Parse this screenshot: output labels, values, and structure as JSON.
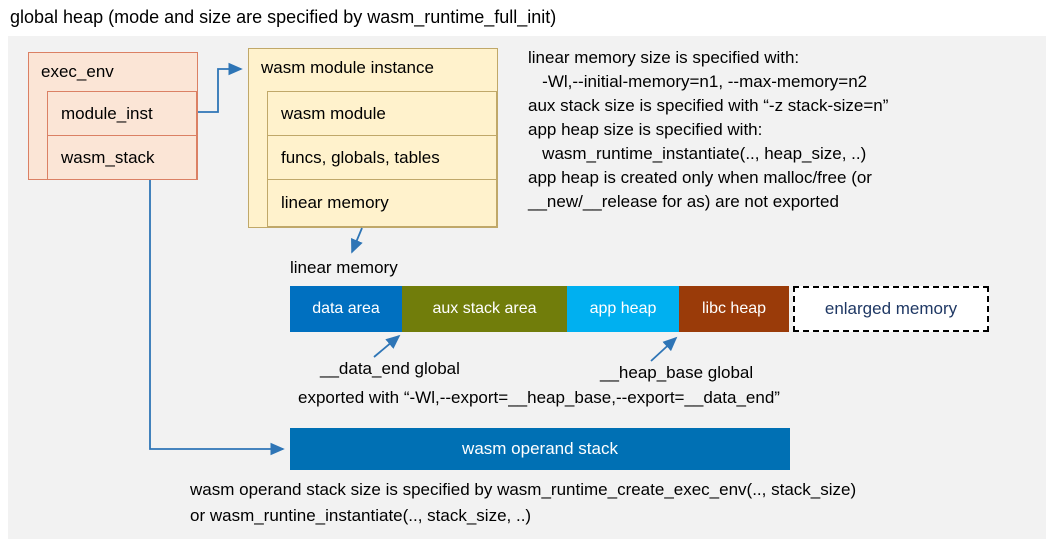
{
  "title": "global heap (mode and size are specified by wasm_runtime_full_init)",
  "colors": {
    "panel_bg": "#F2F2F2",
    "arrow": "#2E75B6",
    "exec_fill": "#FBE5D6",
    "exec_border": "#DB8064",
    "instance_fill": "#FFF2CC",
    "instance_border": "#C0A869"
  },
  "exec_env": {
    "title": "exec_env",
    "rows": [
      "module_inst",
      "wasm_stack"
    ]
  },
  "module_instance": {
    "title": "wasm module instance",
    "rows": [
      "wasm module",
      "funcs, globals, tables",
      "linear memory"
    ]
  },
  "notes": [
    "linear memory size is specified with:",
    "   -Wl,--initial-memory=n1, --max-memory=n2",
    "aux stack size is specified with “-z stack-size=n”",
    "app heap size is specified with:",
    "   wasm_runtime_instantiate(.., heap_size, ..)",
    "app heap is created only when malloc/free (or",
    "__new/__release for as) are not exported"
  ],
  "memory_bar": {
    "label": "linear memory",
    "segments": [
      {
        "label": "data area",
        "color": "#0070C0",
        "text_color": "#FFFFFF"
      },
      {
        "label": "aux stack area",
        "color": "#717D0B",
        "text_color": "#FFFFFF"
      },
      {
        "label": "app heap",
        "color": "#00B0F0",
        "text_color": "#FFFFFF"
      },
      {
        "label": "libc heap",
        "color": "#9A3B09",
        "text_color": "#FFFFFF"
      },
      {
        "label": "enlarged memory",
        "color": "#FFFFFF",
        "text_color": "#1F3864"
      }
    ]
  },
  "annotations": {
    "data_end_label": "__data_end global",
    "heap_base_label": "__heap_base global",
    "export_note": "exported with “-Wl,--export=__heap_base,--export=__data_end”"
  },
  "operand_stack": {
    "label": "wasm operand stack",
    "color": "#0070B4",
    "text_color": "#FFFFFF"
  },
  "footer": [
    "wasm operand stack size is specified by wasm_runtime_create_exec_env(.., stack_size)",
    "or wasm_runtine_instantiate(.., stack_size, ..)"
  ]
}
